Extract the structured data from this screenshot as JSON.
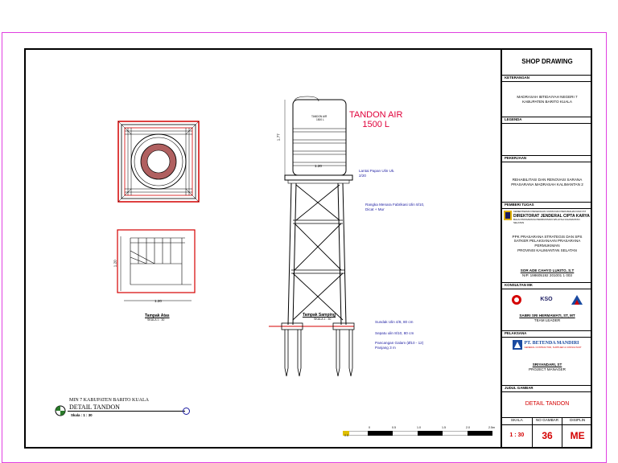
{
  "tank": {
    "title_line1": "TANDON AIR",
    "title_line2": "1500 L",
    "tank_label": "TANDON AIR",
    "tank_capacity": "1500 L",
    "height_dim": "1.77",
    "width_dim": "1.20"
  },
  "side_view": {
    "title": "Tampak Samping",
    "scale": "SKALA 1 : 30",
    "note_deck": "Lantai Papan Ulin Uk. 2/20",
    "note_frame": "Rangka Menara Fabrikasi Ulin 8/10, Dicat + Mur",
    "note_brace": "Sundak Ulin 4/8, 80 cm",
    "note_plate": "Sepatu ulin 8/10, 80 cm",
    "note_pile": "Pancangan Galam (Ø10 - 12) Panjang 3 m"
  },
  "top_view": {
    "title": "Tampak Atas",
    "scale": "SKALA 1 : 30"
  },
  "plan_view": {
    "dim_w": "1.20",
    "dim_h": "1.20"
  },
  "drawing_title": {
    "line1": "MIN 7 KABUPATEN BARITO KUALA",
    "line2": "DETAIL TANDON",
    "scale": "Skala : 1 : 30"
  },
  "scale_bar": {
    "ticks": [
      "0.5",
      "0",
      "0.5",
      "1.0",
      "1.5",
      "2.0",
      "2.5m"
    ]
  },
  "title_block": {
    "shop_drawing": "SHOP DRAWING",
    "keterangan_label": "KETERANGAN",
    "keterangan_line1": "MADRASAH IBTIDAIYAH NEGERI 7",
    "keterangan_line2": "KABUPATEN BARITO KUALA",
    "legenda_label": "LEGENDA",
    "pekerjaan_label": "PEKERJAAN",
    "pekerjaan_line1": "REHABILITASI DAN RENOVASI SARANA",
    "pekerjaan_line2": "PRASARANA MADRASAH KALIMANTAN 2",
    "pemberi_label": "PEMBERI TUGAS",
    "kementerian": "KEMENTERIAN PEKERJAAN UMUM DAN PERUMAHAN RAKYAT",
    "direktorat": "DIREKTORAT JENDERAL CIPTA KARYA",
    "balai": "BALAI PRASARANA PERMUKIMAN WILAYAH KALIMANTAN SELATAN",
    "ppk_line1": "PPK PRASARANA STRATEGIS DAN SPS",
    "ppk_line2": "SATKER PELAKSANAAN PRASARANA PERMUKIMAN",
    "ppk_line3": "PROVINSI KALIMANTAN SELATAN",
    "pejabat_name": "SOR ADE CAHYO LUKITO, S.T",
    "pejabat_nip": "NIP. 198605192 201001 1 003",
    "konsultan_label": "KONSULTAN MK",
    "kso": "KSO",
    "team_leader_name": "SABRI SRI HERMAWATI, ST, MT",
    "team_leader_role": "TEAM LEADER",
    "pelaksana_label": "PELAKSANA",
    "contractor": "PT. BETENDA MANDIRI",
    "contractor_sub": "GENERAL CONTRACTOR, SUPPLIER & CONSULTANT",
    "pm_name": "SRIYANDARI, ST",
    "pm_role": "PROJECT MANAGER",
    "judul_label": "JUDUL GAMBAR",
    "judul_value": "DETAIL TANDON",
    "skala_label": "SKALA",
    "no_gambar_label": "NO GAMBAR",
    "disiplin_label": "DISIPLIN",
    "skala_value": "1 : 30",
    "no_gambar_value": "36",
    "disiplin_value": "ME"
  },
  "colors": {
    "sheet_border": "#e040e0",
    "annotation": "#1a1aa0",
    "accent_red": "#d40000",
    "tank_title": "#e0003a"
  }
}
